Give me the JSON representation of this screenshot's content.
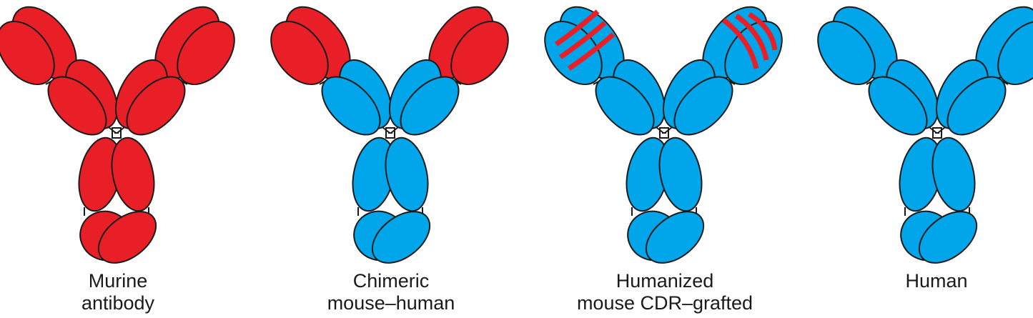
{
  "colors": {
    "mouse": "#e81f27",
    "human": "#00a6e9",
    "outline": "#1a1a1a",
    "cdr": "#e81f27"
  },
  "antibodies": [
    {
      "id": "murine",
      "caption_line1": "Murine",
      "caption_line2": "antibody",
      "variable_color": "mouse",
      "constant_color": "mouse",
      "cdr_bands": false
    },
    {
      "id": "chimeric",
      "caption_line1": "Chimeric",
      "caption_line2": "mouse–human",
      "variable_color": "mouse",
      "constant_color": "human",
      "cdr_bands": false
    },
    {
      "id": "humanized",
      "caption_line1": "Humanized",
      "caption_line2": "mouse CDR–grafted",
      "variable_color": "human",
      "constant_color": "human",
      "cdr_bands": true
    },
    {
      "id": "human",
      "caption_line1": "Human",
      "caption_line2": "",
      "variable_color": "human",
      "constant_color": "human",
      "cdr_bands": false
    }
  ]
}
